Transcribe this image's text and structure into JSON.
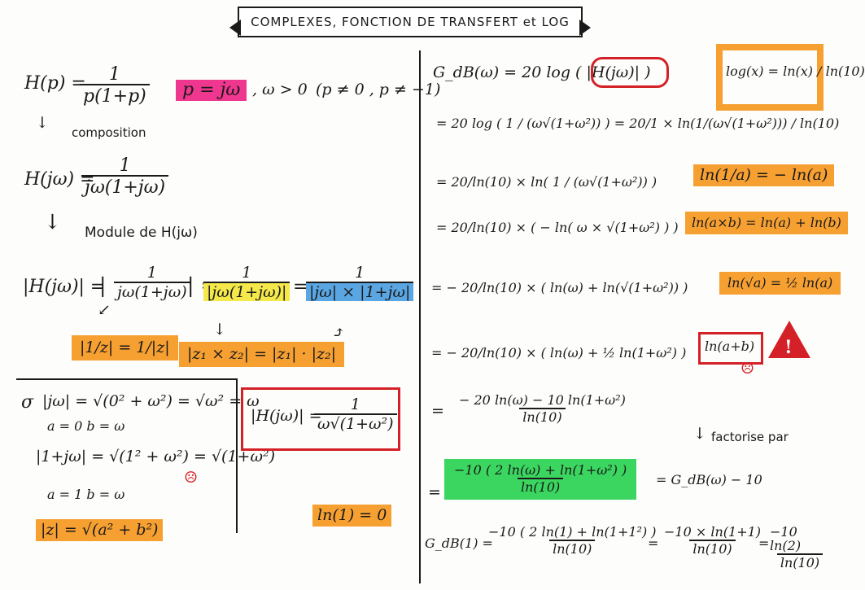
{
  "title": "COMPLEXES, FONCTION DE TRANSFERT et LOG",
  "left": {
    "h_of_p_lhs": "H(p) =",
    "h_of_p_num": "1",
    "h_of_p_den": "p(1+p)",
    "p_eq": "p = jω",
    "omega_cond": ", ω > 0",
    "p_cond": "(p ≠ 0 , p ≠ −1)",
    "composition": "composition",
    "h_of_jw_lhs": "H(jω) =",
    "h_of_jw_num": "1",
    "h_of_jw_den": "jω(1+jω)",
    "module_label": "Module de H(jω)",
    "module_lhs": "|H(jω)| =",
    "module_step1_num": "1",
    "module_step1_den": "jω(1+jω)",
    "module_step2_num": "1",
    "module_step2_den": "|jω(1+jω)|",
    "module_step3_num": "1",
    "module_step3_den": "|jω| × |1+jω|",
    "rule_inv": "|1/z| = 1/|z|",
    "rule_prod": "|z₁ × z₂| = |z₁| · |z₂|",
    "bullet": "σ",
    "abs_jw": "|jω| = √(0² + ω²) = √ω² = ω",
    "ab1": "a = 0      b = ω",
    "abs_1jw": "|1+jω| = √(1² + ω²) = √(1+ω²)",
    "ab2": "a = 1      b = ω",
    "abs_z": "|z| = √(a² + b²)",
    "result_lhs": "|H(jω)| =",
    "result_num": "1",
    "result_den": "ω√(1+ω²)",
    "ln1": "ln(1) = 0"
  },
  "right": {
    "g1": "G_dB(ω) = 20 log ( |H(jω)| )",
    "log_rule": "log(x) = ln(x) / ln(10)",
    "g2": "= 20 log ( 1 / (ω√(1+ω²)) ) = 20/1 × ln(1/(ω√(1+ω²))) / ln(10)",
    "g3": "= 20/ln(10) × ln( 1 / (ω√(1+ω²)) )",
    "rule_ln_inv": "ln(1/a) = − ln(a)",
    "g4": "= 20/ln(10) × ( − ln( ω × √(1+ω²) ) )",
    "rule_ln_prod": "ln(a×b) = ln(a) + ln(b)",
    "g5": "= − 20/ln(10) × ( ln(ω) + ln(√(1+ω²)) )",
    "rule_ln_sqrt": "ln(√a) = ½ ln(a)",
    "g6": "= − 20/ln(10) × ( ln(ω) + ½ ln(1+ω²) )",
    "warn": "ln(a+b)",
    "warn_sign": "!",
    "g7_num": "− 20 ln(ω) − 10 ln(1+ω²)",
    "g7_den": "ln(10)",
    "factor_label": "factorise par",
    "g8_num": "−10 ( 2 ln(ω) + ln(1+ω²) )",
    "g8_den": "ln(10)",
    "g8_tail": "= G_dB(ω) − 10",
    "g9_lhs": "G_dB(1) =",
    "g9_num": "−10 ( 2 ln(1) + ln(1+1²) )",
    "g9_den": "ln(10)",
    "g9_mid_num": "−10 × ln(1+1)",
    "g9_mid_den": "ln(10)",
    "g9_end_num": "−10 ln(2)",
    "g9_end_den": "ln(10)"
  },
  "colors": {
    "pink": "#f0378f",
    "orange": "#f7a032",
    "yellow": "#f4e84a",
    "blue": "#5aa6e3",
    "green": "#3bd660",
    "red": "#d42027"
  }
}
